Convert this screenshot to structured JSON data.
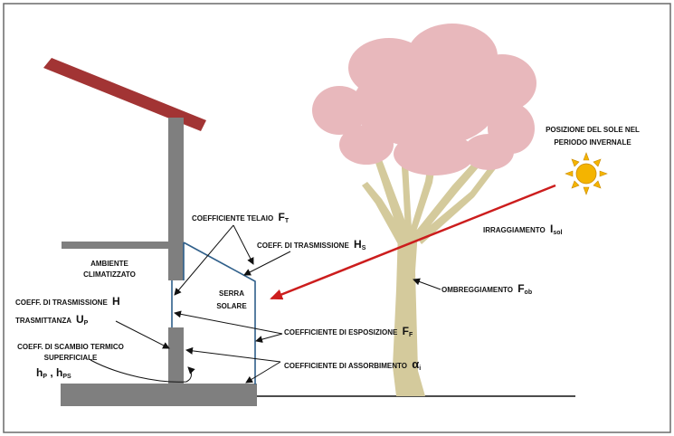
{
  "labels": {
    "sun_position_1": "POSIZIONE DEL SOLE NEL",
    "sun_position_2": "PERIODO INVERNALE",
    "frame_coeff": "COEFFICIENTE TELAIO",
    "frame_sym": "F",
    "frame_sub": "T",
    "trans_hs": "COEFF.  DI TRASMISSIONE",
    "trans_hs_sym": "H",
    "trans_hs_sub": "S",
    "irradiation": "IRRAGGIAMENTO",
    "irradiation_sym": "I",
    "irradiation_sub": "sol",
    "room_1": "AMBIENTE",
    "room_2": "CLIMATIZZATO",
    "greenhouse_1": "SERRA",
    "greenhouse_2": "SOLARE",
    "shading": "OMBREGGIAMENTO",
    "shading_sym": "F",
    "shading_sub": "ob",
    "trans_h": "COEFF.  DI TRASMISSIONE",
    "trans_h_sym": "H",
    "transmittance": "TRASMITTANZA",
    "transmittance_sym": "U",
    "transmittance_sub": "P",
    "exposure": "COEFFICIENTE DI ESPOSIZIONE",
    "exposure_sym": "F",
    "exposure_sub": "F",
    "exchange_1": "COEFF.  DI  SCAMBIO TERMICO",
    "exchange_2": "SUPERFICIALE",
    "exchange_h1": "h",
    "exchange_h1_sub": "P",
    "exchange_sep": " , ",
    "exchange_h2": "h",
    "exchange_h2_sub": "PS",
    "absorption": "COEFFICIENTE DI ASSORBIMENTO",
    "absorption_sym": "α",
    "absorption_sub": "i"
  },
  "colors": {
    "roof": "#a23434",
    "wall": "#7f7f7f",
    "glass": "#2f5f8a",
    "tree_crown": "#e8b8bc",
    "tree_trunk": "#d4ca9c",
    "sun_ray": "#cc1d1d",
    "sun": "#f4b400",
    "arrow": "#111111"
  },
  "icons": {
    "sun": "sun-icon"
  }
}
